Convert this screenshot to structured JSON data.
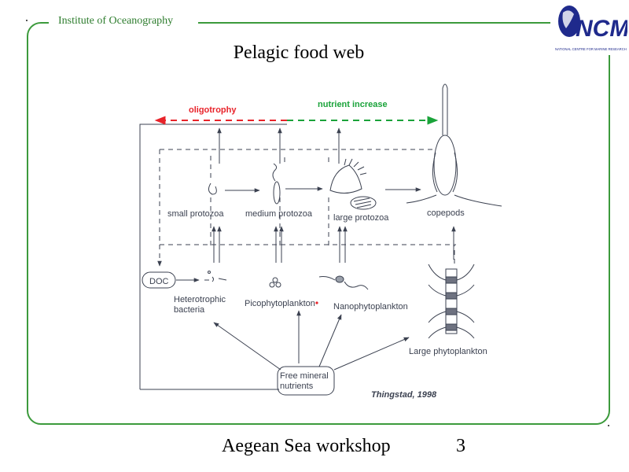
{
  "header": {
    "institute": "Institute of Oceanography",
    "logo_text": "NCMR",
    "logo_subtext": "NATIONAL CENTRE FOR MARINE RESEARCH"
  },
  "title": "Pelagic food web",
  "diagram": {
    "arrow_left_label": "oligotrophy",
    "arrow_right_label": "nutrient increase",
    "small_protozoa": "small protozoa",
    "medium_protozoa": "medium protozoa",
    "large_protozoa": "large protozoa",
    "copepods": "copepods",
    "doc": "DOC",
    "bacteria_line1": "Heterotrophic",
    "bacteria_line2": "bacteria",
    "picophytoplankton": "Picophytoplankton",
    "nanophytoplankton": "Nanophytoplankton",
    "large_phytoplankton": "Large phytoplankton",
    "nutrients_line1": "Free mineral",
    "nutrients_line2": "nutrients",
    "citation": "Thingstad, 1998"
  },
  "footer": {
    "workshop": "Aegean Sea workshop",
    "page_number": "3"
  },
  "colors": {
    "frame": "#3c9a3c",
    "oligotrophy": "#e8232a",
    "nutrient_increase": "#1aa33a",
    "diagram_ink": "#3b4150"
  }
}
